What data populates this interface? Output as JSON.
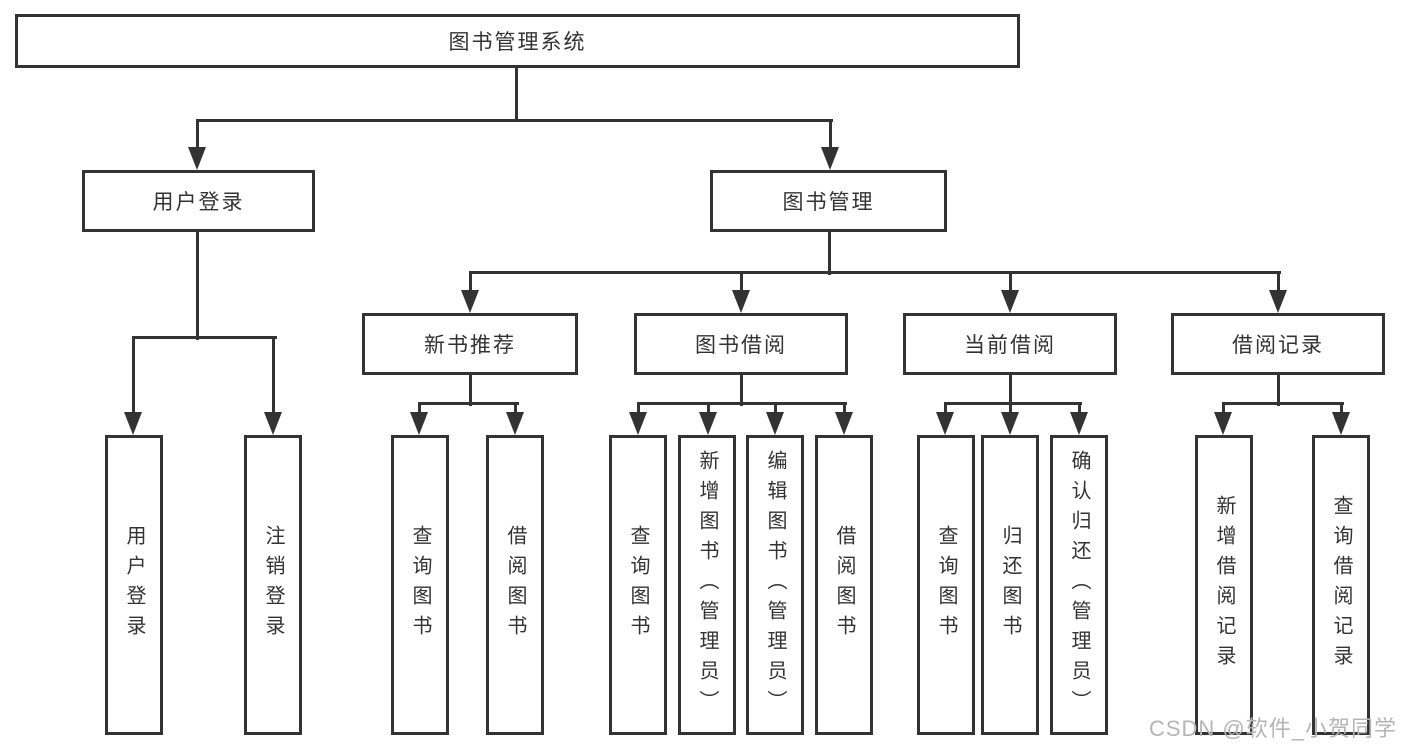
{
  "diagram": {
    "root_label": "图书管理系统",
    "level2": [
      "用户登录",
      "图书管理"
    ],
    "level3": [
      "新书推荐",
      "图书借阅",
      "当前借阅",
      "借阅记录"
    ],
    "leaves_user_login": [
      "用户登录",
      "注销登录"
    ],
    "leaves_new_book": [
      "查询图书",
      "借阅图书"
    ],
    "leaves_book_borrow": [
      "查询图书",
      "新增图书（管理员）",
      "编辑图书（管理员）",
      "借阅图书"
    ],
    "leaves_current_borrow": [
      "查询图书",
      "归还图书",
      "确认归还（管理员）"
    ],
    "leaves_borrow_records": [
      "新增借阅记录",
      "查询借阅记录"
    ]
  },
  "watermark": {
    "text": "CSDN @软件_小贺同学"
  },
  "colors": {
    "line": "#333333",
    "node_border": "#333333",
    "text": "#333333",
    "watermark": "#b5b5b5",
    "background": "#ffffff"
  }
}
